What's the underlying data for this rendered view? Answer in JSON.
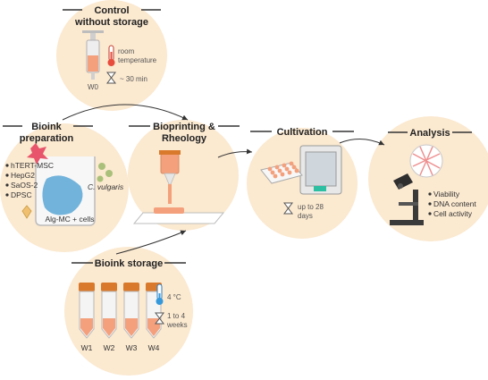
{
  "control": {
    "title_line1": "Control",
    "title_line2": "without storage",
    "temp_line1": "room",
    "temp_line2": "temperature",
    "time": "~ 30 min",
    "sample": "W0"
  },
  "bioink_prep": {
    "title_line1": "Bioink",
    "title_line2": "preparation",
    "cells": [
      "hTERT-MSC",
      "HepG2",
      "SaOS-2",
      "DPSC"
    ],
    "algae": "C. vulgaris",
    "material": "Alg-MC + cells"
  },
  "bioprinting": {
    "title_line1": "Bioprinting &",
    "title_line2": "Rheology"
  },
  "cultivation": {
    "title": "Cultivation",
    "duration_line1": "up to 28",
    "duration_line2": "days"
  },
  "analysis": {
    "title": "Analysis",
    "items": [
      "Viability",
      "DNA content",
      "Cell activity"
    ]
  },
  "storage": {
    "title": "Bioink storage",
    "temperature": "4 °C",
    "duration_line1": "1 to 4",
    "duration_line2": "weeks",
    "samples": [
      "W1",
      "W2",
      "W3",
      "W4"
    ]
  },
  "colors": {
    "circle_fill": "#fbe9d0",
    "tube_cap": "#d9792c",
    "bioink": "#f4a07c",
    "arrow": "#333333",
    "gel": "#5aa7d6"
  }
}
